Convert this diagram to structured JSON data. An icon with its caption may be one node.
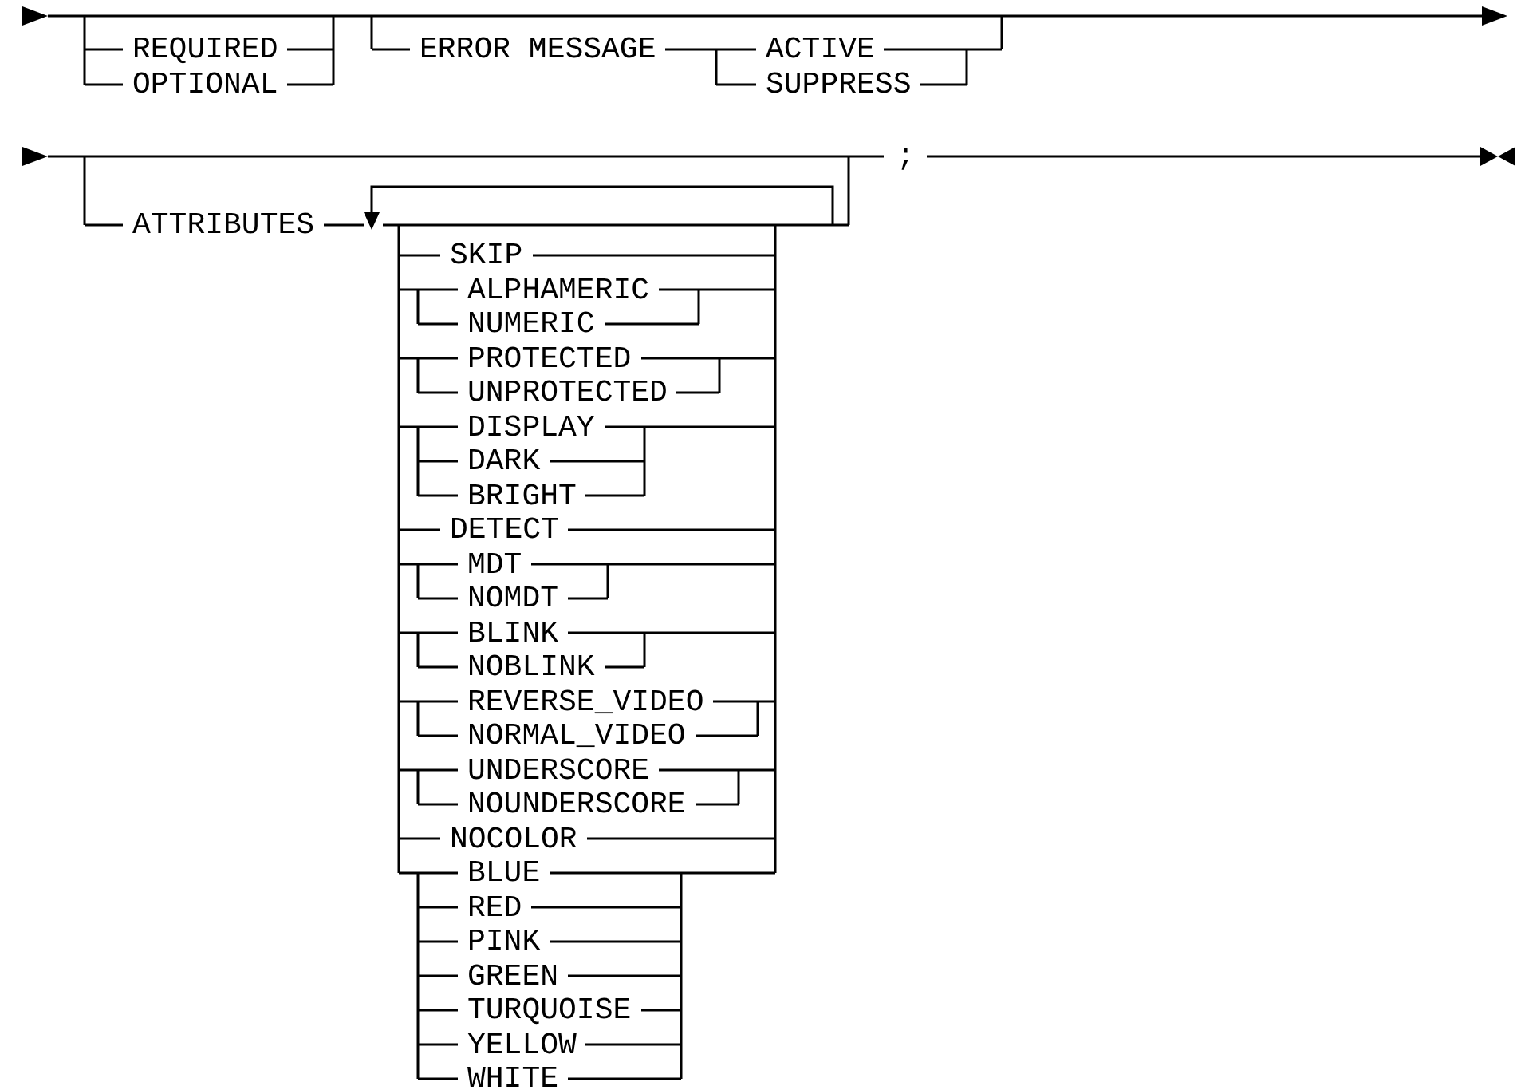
{
  "diagram": {
    "labels": [
      "REQUIRED",
      "OPTIONAL",
      "ERROR MESSAGE",
      "ACTIVE",
      "SUPPRESS",
      ";",
      "ATTRIBUTES",
      "SKIP",
      "ALPHAMERIC",
      "NUMERIC",
      "PROTECTED",
      "UNPROTECTED",
      "DISPLAY",
      "DARK",
      "BRIGHT",
      "DETECT",
      "MDT",
      "NOMDT",
      "BLINK",
      "NOBLINK",
      "REVERSE_VIDEO",
      "NORMAL_VIDEO",
      "UNDERSCORE",
      "NOUNDERSCORE",
      "NOCOLOR",
      "BLUE",
      "RED",
      "PINK",
      "GREEN",
      "TURQUOISE",
      "YELLOW",
      "WHITE"
    ]
  }
}
